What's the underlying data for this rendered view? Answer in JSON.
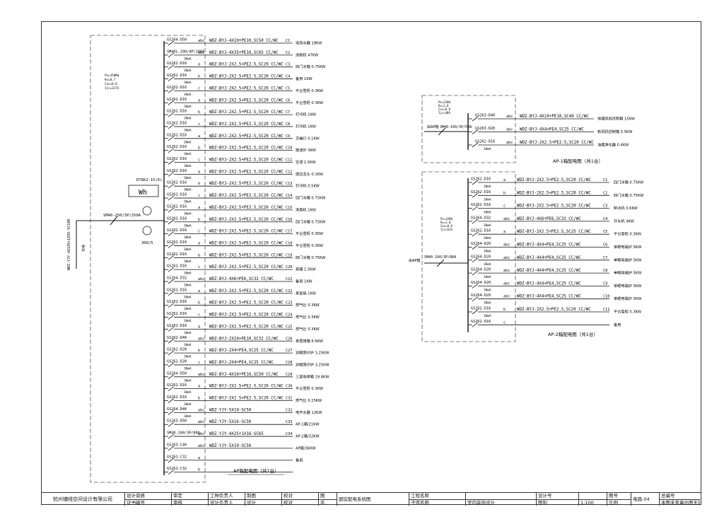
{
  "main_panel": {
    "incomer_breaker": "SM40-250/3P/250A",
    "incomer_cable": "WDZ-YJY-4X185+1X95-SC100",
    "incomer_label": "市电",
    "meter_model": "DT862-15(6)",
    "meter_symbol": "Wh",
    "ct_ratio": "300/5",
    "params": [
      "Pe=350KW",
      "Kx=0.7",
      "Cos=0.8",
      "Ijs=317A"
    ],
    "caption": "AP箱配电图（共1台）",
    "circuits": [
      {
        "breaker": "GS264-D50",
        "phase": "abc",
        "cable": "WDZ-BYJ-4X10+PE10,SC50 CC/WC",
        "code": "C1",
        "load": "电热水器 18KW",
        "rcd": ""
      },
      {
        "breaker": "SM40L-200/4P/100A",
        "phase": "abc",
        "cable": "WDZ-BYJ-4X35+PE16,SC65 CC/WC",
        "code": "C2",
        "load": "洗碗机 47KW",
        "rcd": "30mA"
      },
      {
        "breaker": "GS262-D16",
        "phase": "a",
        "cable": "WDZ-BYJ-2X2.5+PE2.5,SC20 CC/WC",
        "code": "C3",
        "load": "四门冰箱 0.75KW",
        "rcd": "30mA"
      },
      {
        "breaker": "GS262-D16",
        "phase": "b",
        "cable": "WDZ-BYJ-2X2.5+PE2.5,SC20 CC/WC",
        "code": "C4",
        "load": "备用 1KW",
        "rcd": "30mA"
      },
      {
        "breaker": "GS262-D16",
        "phase": "c",
        "cable": "WDZ-BYJ-2X2.5+PE2.5,SC20 CC/WC",
        "code": "C5",
        "load": "平台雪柜 0.3KW",
        "rcd": "30mA"
      },
      {
        "breaker": "GS262-D16",
        "phase": "a",
        "cable": "WDZ-BYJ-2X2.5+PE2.5,SC20 CC/WC",
        "code": "C6",
        "load": "平台雪柜 0.3KW",
        "rcd": "30mA"
      },
      {
        "breaker": "GS262-D16",
        "phase": "b",
        "cable": "WDZ-BYJ-2X2.5+PE2.5,SC20 CC/WC",
        "code": "C7",
        "load": "打印机 1KW",
        "rcd": "30mA"
      },
      {
        "breaker": "GS262-D16",
        "phase": "c",
        "cable": "WDZ-BYJ-2X2.5+PE2.5,SC20 CC/WC",
        "code": "C8",
        "load": "打印机 1KW",
        "rcd": "30mA"
      },
      {
        "breaker": "GS262-D16",
        "phase": "a",
        "cable": "WDZ-BYJ-2X2.5+PE2.5,SC20 CC/WC",
        "code": "C9",
        "load": "灭蝇灯 0.1KW",
        "rcd": "30mA"
      },
      {
        "breaker": "GS262-D16",
        "phase": "b",
        "cable": "WDZ-BYJ-2X2.5+PE2.5,SC20 CC/WC",
        "code": "C10",
        "load": "微波炉 3KW",
        "rcd": "30mA"
      },
      {
        "breaker": "GS262-D16",
        "phase": "c",
        "cable": "WDZ-BYJ-2X2.5+PE2.5,SC20 CC/WC",
        "code": "C11",
        "load": "空调 1.5KW",
        "rcd": "30mA"
      },
      {
        "breaker": "GS262-D16",
        "phase": "a",
        "cable": "WDZ-BYJ-2X2.5+PE2.5,SC20 CC/WC",
        "code": "C12",
        "load": "感应龙头 0.1KW",
        "rcd": "30mA"
      },
      {
        "breaker": "GS262-D16",
        "phase": "b",
        "cable": "WDZ-BYJ-2X2.5+PE2.5,SC20 CC/WC",
        "code": "C13",
        "load": "打印机 0.5KW",
        "rcd": "30mA"
      },
      {
        "breaker": "GS262-D16",
        "phase": "c",
        "cable": "WDZ-BYJ-2X2.5+PE2.5,SC20 CC/WC",
        "code": "C14",
        "load": "四门冰箱 0.75KW",
        "rcd": "30mA"
      },
      {
        "breaker": "GS262-D16",
        "phase": "a",
        "cable": "WDZ-BYJ-2X2.5+PE2.5,SC20 CC/WC",
        "code": "C15",
        "load": "净菜机 1KW",
        "rcd": "30mA"
      },
      {
        "breaker": "GS262-D16",
        "phase": "b",
        "cable": "WDZ-BYJ-2X2.5+PE2.5,SC20 CC/WC",
        "code": "C16",
        "load": "四门冰箱 0.75KW",
        "rcd": "30mA"
      },
      {
        "breaker": "GS262-D16",
        "phase": "c",
        "cable": "WDZ-BYJ-2X2.5+PE2.5,SC20 CC/WC",
        "code": "C17",
        "load": "平台雪柜 0.3KW",
        "rcd": "30mA"
      },
      {
        "breaker": "GS262-D16",
        "phase": "a",
        "cable": "WDZ-BYJ-2X2.5+PE2.5,SC20 CC/WC",
        "code": "C18",
        "load": "平台雪柜 0.3KW",
        "rcd": "30mA"
      },
      {
        "breaker": "GS262-D16",
        "phase": "b",
        "cable": "WDZ-BYJ-2X2.5+PE2.5,SC20 CC/WC",
        "code": "C19",
        "load": "四门冰箱 0.75KW",
        "rcd": "30mA"
      },
      {
        "breaker": "GS262-D16",
        "phase": "c",
        "cable": "WDZ-BYJ-2X2.5+PE2.5,SC20 CC/WC",
        "code": "C20",
        "load": "蒸箱 1.5KW",
        "rcd": "30mA"
      },
      {
        "breaker": "GS264-D32",
        "phase": "abc",
        "cable": "WDZ-BYJ-4X6+PE6,SC32 CC/WC",
        "code": "C21",
        "load": "备用 1KW",
        "rcd": "30mA"
      },
      {
        "breaker": "GS262-D16",
        "phase": "a",
        "cable": "WDZ-BYJ-2X2.5+PE2.5,SC20 CC/WC",
        "code": "C22",
        "load": "蒸饭锅 1KW",
        "rcd": "30mA"
      },
      {
        "breaker": "GS262-D16",
        "phase": "b",
        "cable": "WDZ-BYJ-2X2.5+PE2.5,SC20 CC/WC",
        "code": "C23",
        "load": "燃气灶 0.3KW",
        "rcd": "30mA"
      },
      {
        "breaker": "GS262-D16",
        "phase": "c",
        "cable": "WDZ-BYJ-2X2.5+PE2.5,SC20 CC/WC",
        "code": "C24",
        "load": "燃气灶 0.3KW",
        "rcd": "30mA"
      },
      {
        "breaker": "GS262-D16",
        "phase": "a",
        "cable": "WDZ-BYJ-2X2.5+PE2.5,SC20 CC/WC",
        "code": "C25",
        "load": "燃气灶 0.3KW",
        "rcd": "30mA"
      },
      {
        "breaker": "GS262-D40",
        "phase": "abc",
        "cable": "WDZ-BYJ-2X10+PE10,SC32 CC/WC",
        "code": "C26",
        "load": "单层烤箱 6.6KW",
        "rcd": "30mA"
      },
      {
        "breaker": "GS262-D20",
        "phase": "b",
        "cable": "WDZ-BYJ-2X4+PE4,SC25 CC/WC",
        "code": "C27",
        "load": "双眼煲仔炉 3.25KW",
        "rcd": "30mA"
      },
      {
        "breaker": "GS262-D20",
        "phase": "c",
        "cable": "WDZ-BYJ-2X4+PE4,SC25 CC/WC",
        "code": "C28",
        "load": "双眼煲仔炉 3.25KW",
        "rcd": "30mA"
      },
      {
        "breaker": "GS264-D50",
        "phase": "abc",
        "cable": "WDZ-BYJ-4X16+PE16,SC50 CC/WC",
        "code": "C29",
        "load": "三层电烤箱 19.8KW",
        "rcd": "30mA"
      },
      {
        "breaker": "GS262-D16",
        "phase": "a",
        "cable": "WDZ-BYJ-2X2.5+PE2.5,SC20 CC/WC",
        "code": "C30",
        "load": "平台雪柜 0.3KW",
        "rcd": "30mA"
      },
      {
        "breaker": "GS262-D16",
        "phase": "b",
        "cable": "WDZ-BYJ-2X2.5+PE2.5,SC20 CC/WC",
        "code": "C31",
        "load": "燃气灶 0.15KW",
        "rcd": "30mA"
      },
      {
        "breaker": "GS264-D40",
        "phase": "abc",
        "cable": "WDZ-YJY-5X10-SC50",
        "code": "C32",
        "load": "电开水器 12KW",
        "rcd": "30mA"
      },
      {
        "breaker": "GS263-D50",
        "phase": "abc",
        "cable": "WDZ-YJY-5X16-SC50",
        "code": "C33",
        "load": "AP-1箱/21KW",
        "rcd": ""
      },
      {
        "breaker": "SM40-100/3P/80A",
        "phase": "abc",
        "cable": "WDZ-YJY-4X25+1X16-SC65",
        "code": "C34",
        "load": "AP-2箱/32KW",
        "rcd": ""
      },
      {
        "breaker": "GS263-C40",
        "phase": "abc",
        "cable": "WDZ-YJY-5X10-SC50",
        "code": "",
        "load": "AP箱/36KW",
        "rcd": ""
      },
      {
        "breaker": "GS261-C32",
        "phase": "a",
        "cable": "",
        "code": "",
        "load": "备用",
        "rcd": ""
      },
      {
        "breaker": "GS261-C32",
        "phase": "b",
        "cable": "",
        "code": "",
        "load": "",
        "rcd": ""
      }
    ]
  },
  "ap1_panel": {
    "incomer_breaker": "SM40-100/3P/50A",
    "incomer_label": "由AP箱",
    "params": [
      "Pe=21KW",
      "Kx=1.0",
      "Cos=0.8",
      "Ijs=40A"
    ],
    "caption": "AP-1箱配电图（共1台）",
    "circuits": [
      {
        "breaker": "GS263-D40",
        "phase": "abc",
        "cable": "WDZ-BYJ-4X10+PE10,SC40 CC/WC",
        "code": "",
        "load": "排烟风机控制箱 15KW",
        "rcd": ""
      },
      {
        "breaker": "GS263-D20",
        "phase": "abc",
        "cable": "WDZ-BYJ-4X4+PE4,SC25 CC/WC",
        "code": "",
        "load": "新风机控制箱 5.5KW",
        "rcd": ""
      },
      {
        "breaker": "GS262-D16",
        "phase": "abc",
        "cable": "WDZ-BYJ-2X2.5+PE2.5,SC20 CC/WC",
        "code": "",
        "load": "油烟净化器 0.4KW",
        "rcd": "30mA"
      }
    ]
  },
  "ap2_panel": {
    "incomer_breaker": "SM40-100/3P/80A",
    "incomer_label": "由AP箱",
    "params": [
      "Pe=32KW",
      "Kx=1.0",
      "Cos=0.8",
      "Ijs=61A"
    ],
    "caption": "AP-2箱配电图（共1台）",
    "circuits": [
      {
        "breaker": "GS262-D16",
        "phase": "a",
        "cable": "WDZ-BYJ-2X2.5+PE2.5,SC20 CC/WC",
        "code": "C1",
        "load": "四门冰箱 0.75KW",
        "rcd": "30mA"
      },
      {
        "breaker": "GS262-D16",
        "phase": "b",
        "cable": "WDZ-BYJ-2X2.5+PE2.5,SC20 CC/WC",
        "code": "C2",
        "load": "四门冰箱 0.75KW",
        "rcd": "30mA"
      },
      {
        "breaker": "GS262-D16",
        "phase": "c",
        "cable": "WDZ-BYJ-2X2.5+PE2.5,SC20 CC/WC",
        "code": "C3",
        "load": "制冰机 0.6KW",
        "rcd": "30mA"
      },
      {
        "breaker": "GS264-D32",
        "phase": "abc",
        "cable": "WDZ-BYJ-4X6+PE6,SC32 CC/WC",
        "code": "C4",
        "load": "开水机 4KW",
        "rcd": "30mA"
      },
      {
        "breaker": "GS262-D16",
        "phase": "a",
        "cable": "WDZ-BYJ-2X2.5+PE2.5,SC25 CC/WC",
        "code": "C5",
        "load": "平台雪柜 0.3KW",
        "rcd": "30mA"
      },
      {
        "breaker": "GS264-D20",
        "phase": "abc",
        "cable": "WDZ-BYJ-4X4+PE4,SC25 CC/WC",
        "code": "C6",
        "load": "单眼电磁炉 5KW",
        "rcd": "30mA"
      },
      {
        "breaker": "GS264-D20",
        "phase": "abc",
        "cable": "WDZ-BYJ-4X4+PE4,SC25 CC/WC",
        "code": "C7",
        "load": "单眼电磁炉 5KW",
        "rcd": "30mA"
      },
      {
        "breaker": "GS264-D20",
        "phase": "abc",
        "cable": "WDZ-BYJ-4X4+PE4,SC25 CC/WC",
        "code": "C8",
        "load": "单眼电磁炉 5KW",
        "rcd": "30mA"
      },
      {
        "breaker": "GS264-D20",
        "phase": "abc",
        "cable": "WDZ-BYJ-4X4+PE4,SC25 CC/WC",
        "code": "C9",
        "load": "单眼电磁炉 5KW",
        "rcd": "30mA"
      },
      {
        "breaker": "GS264-D20",
        "phase": "abc",
        "cable": "WDZ-BYJ-4X4+PE4,SC25 CC/WC",
        "code": "C10",
        "load": "单眼电磁炉 5KW",
        "rcd": "30mA"
      },
      {
        "breaker": "GS262-D16",
        "phase": "b",
        "cable": "WDZ-BYJ-2X2.5+PE2.5,SC20 CC/WC",
        "code": "C11",
        "load": "平台雪柜 0.3KW",
        "rcd": "30mA"
      },
      {
        "breaker": "GS262-D16",
        "phase": "c",
        "cable": "",
        "code": "",
        "load": "备用",
        "rcd": ""
      }
    ]
  },
  "title_block": {
    "company": "杭州铺线空间设计有限公司",
    "cells": [
      [
        "设计资质",
        "证书编号"
      ],
      [
        "审定",
        "审核"
      ],
      [
        "工种负责人",
        "设计负责人"
      ],
      [
        "制图",
        "设计"
      ],
      [
        "校对",
        "校对"
      ],
      [
        "图",
        "名"
      ],
      [
        "厨房配电系统图",
        ""
      ],
      [
        "工程名称",
        "子项名称"
      ],
      [
        "",
        "室内装饰设计"
      ],
      [
        "设计号",
        "图别"
      ],
      [
        "",
        "1:100"
      ],
      [
        "图号",
        "比例"
      ],
      [
        "电施-04",
        ""
      ],
      [
        "总编号",
        "本图未盖章出图无效"
      ]
    ]
  }
}
